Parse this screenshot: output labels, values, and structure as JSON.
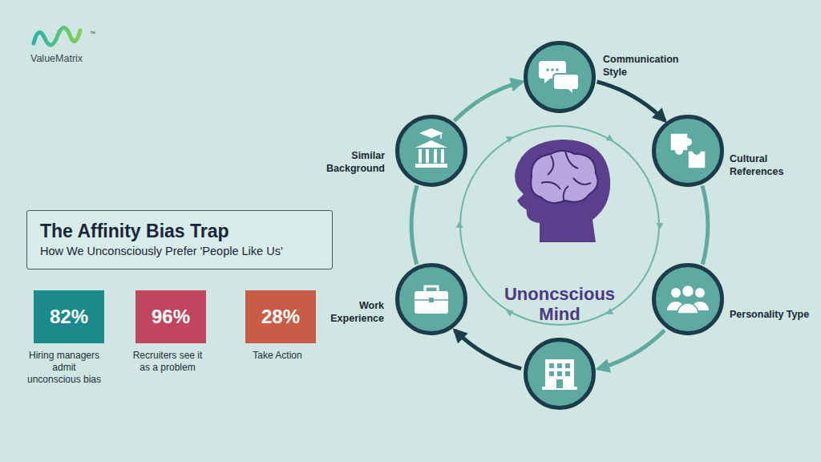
{
  "diagram": {
    "nodes": [
      {
        "text": [
          "The Affinity Bias Trap",
          "How We Unconsciously Prefer 'People Like Us'"
        ]
      },
      {
        "text": [
          "82%",
          "Hiring managers admit unconscious bias"
        ]
      },
      {
        "text": [
          "96%",
          "Recruiters see it as a problem"
        ]
      },
      {
        "text": [
          "28%",
          "Take Action"
        ]
      },
      {
        "text": [
          "Communication Style"
        ]
      },
      {
        "text": [
          "Cultural References"
        ]
      },
      {
        "text": [
          "Personality Type"
        ]
      },
      {
        "text": [
          "Work Experience"
        ]
      },
      {
        "text": [
          "Similar Background"
        ]
      },
      {
        "text": [
          "Unoncscious Mind"
        ]
      }
    ],
    "edges": [
      {
        "from": 8,
        "to": 4,
        "arrow": "to"
      },
      {
        "from": 4,
        "to": 5,
        "arrow": "to"
      },
      {
        "from": 5,
        "to": 6,
        "arrow": "none"
      },
      {
        "from": 7,
        "to": 8,
        "arrow": "none"
      }
    ],
    "labels": [
      "ValueMatrix",
      "™"
    ]
  }
}
